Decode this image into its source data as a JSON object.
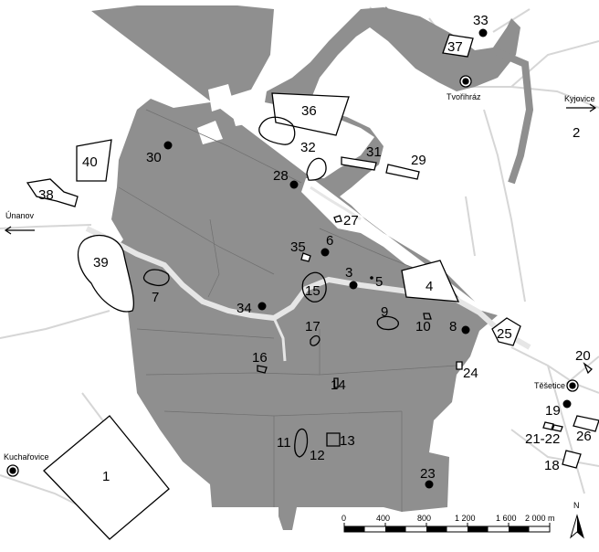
{
  "colors": {
    "land": "#8f8f8f",
    "roads": "#d6d6d6",
    "river": "#e6e6e6",
    "ink": "#000000",
    "paper": "#ffffff"
  },
  "sites": {
    "s1": "1",
    "s2": "2",
    "s3": "3",
    "s4": "4",
    "s5": "5",
    "s6": "6",
    "s7": "7",
    "s8": "8",
    "s9": "9",
    "s10": "10",
    "s11": "11",
    "s12": "12",
    "s13": "13",
    "s14": "14",
    "s15": "15",
    "s16": "16",
    "s17": "17",
    "s18": "18",
    "s19": "19",
    "s20": "20",
    "s21_22": "21-22",
    "s23": "23",
    "s24": "24",
    "s25": "25",
    "s26": "26",
    "s27": "27",
    "s28": "28",
    "s29": "29",
    "s30": "30",
    "s31": "31",
    "s32": "32",
    "s33": "33",
    "s34": "34",
    "s35": "35",
    "s36": "36",
    "s37": "37",
    "s38": "38",
    "s39": "39",
    "s40": "40"
  },
  "places": {
    "tvorihraz": "Tvořihráz",
    "kyjovice": "Kyjovice",
    "unanov": "Únanov",
    "tesetice": "Těšetice",
    "kucharovice": "Kuchařovice"
  },
  "scalebar": {
    "ticks": [
      "0",
      "400",
      "800",
      "1 200",
      "1 600",
      "2 000 m"
    ]
  },
  "north_arrow": {
    "label": "N",
    "icon": "north-arrow-icon"
  }
}
